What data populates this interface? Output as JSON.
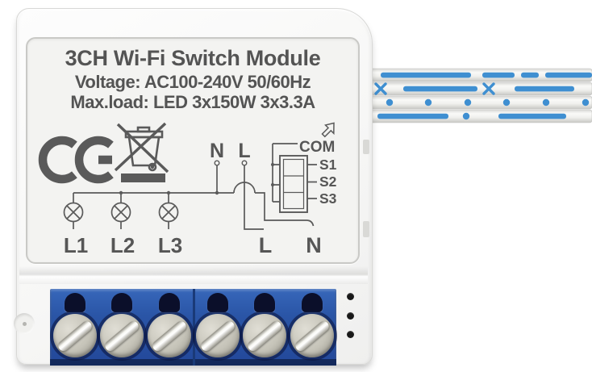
{
  "product_label": {
    "title": "3CH Wi-Fi Switch Module",
    "voltage_line": "Voltage: AC100-240V 50/60Hz",
    "max_load_line": "Max.load: LED 3x150W 3x3.3A"
  },
  "certifications": {
    "ce_mark": "CE",
    "weee_icon": "crossed-out-wheeled-bin"
  },
  "wiring_diagram": {
    "mains_input": {
      "neutral": "N",
      "live": "L"
    },
    "switch_connector": {
      "com": "COM",
      "s1": "S1",
      "s2": "S2",
      "s3": "S3"
    },
    "load_labels": [
      "L1",
      "L2",
      "L3"
    ],
    "output": {
      "live": "L",
      "neutral": "N"
    }
  },
  "hardware": {
    "screw_terminals": 6,
    "vent_holes": 3,
    "wires": [
      {
        "marking": "blue-long-dashes"
      },
      {
        "marking": "blue-x-and-dashes"
      },
      {
        "marking": "blue-dots"
      },
      {
        "marking": "blue-dash-and-dot"
      }
    ]
  },
  "colors": {
    "terminal_block_blue": "#2a55a6",
    "wire_marking_blue": "#3f8fd1",
    "print_gray": "#565656"
  }
}
